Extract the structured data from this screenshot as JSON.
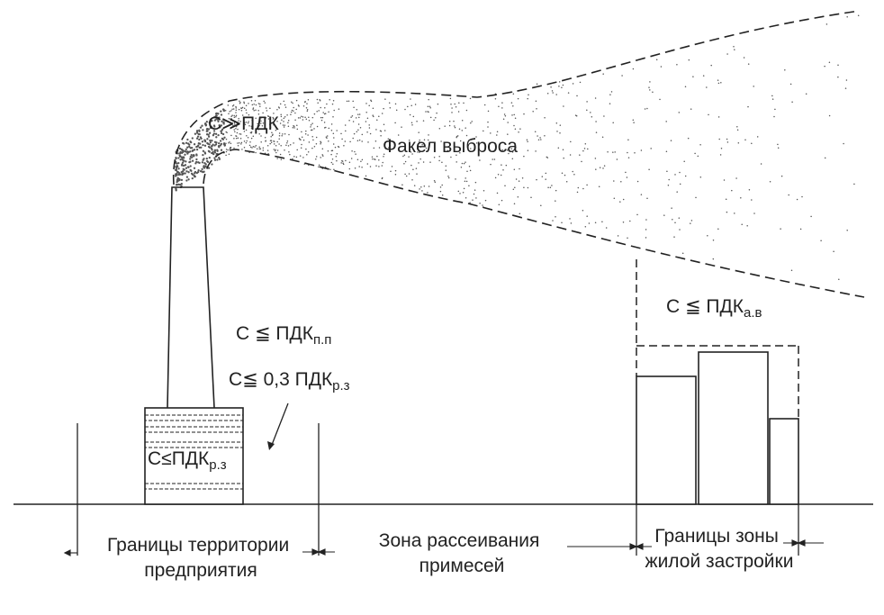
{
  "colors": {
    "ink": "#222222",
    "background": "#ffffff",
    "plume_dots": "#555555"
  },
  "labels": {
    "stack_exit": "C≫ПДК",
    "plume": "Факел выброса",
    "residential_air_main": "C ≦ ПДК",
    "residential_air_sub": "а.в",
    "industrial_site_main": "C ≦ ПДК",
    "industrial_site_sub": "п.п",
    "work_zone_outside_main": "C≦ 0,3 ПДК",
    "work_zone_outside_sub": "р.з",
    "work_zone_inside_main": "C≤ПДК",
    "work_zone_inside_sub": "р.з"
  },
  "zones": {
    "enterprise": [
      "Границы территории",
      "предприятия"
    ],
    "dispersion": [
      "Зона рассеивания",
      "примесей"
    ],
    "residential": [
      "Границы зоны",
      "жилой застройки"
    ]
  }
}
